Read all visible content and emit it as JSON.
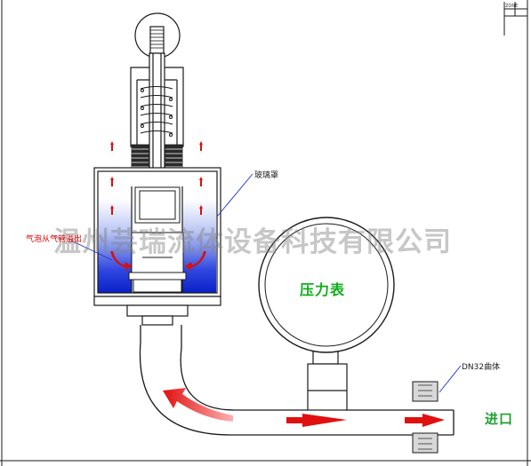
{
  "labels": {
    "glass_cover": "玻璃罩",
    "bubble_note": "气泡从气管溢出",
    "pressure_gauge": "压力表",
    "pipe_spec": "DN32曲体",
    "inlet": "进口",
    "zone": "ZONE"
  },
  "watermark": "温州芸瑞流体设备科技有限公司",
  "colors": {
    "line": "#1a1a1a",
    "liquid": "#1030d8",
    "flow_arrow": "#e01010",
    "gauge_text": "#0fae1a",
    "inlet_text": "#20a030",
    "leader_line": "#2030d0"
  },
  "icons": [
    "flow-arrow-icon",
    "bubble-arrow-icon",
    "small-up-arrow-icon"
  ]
}
